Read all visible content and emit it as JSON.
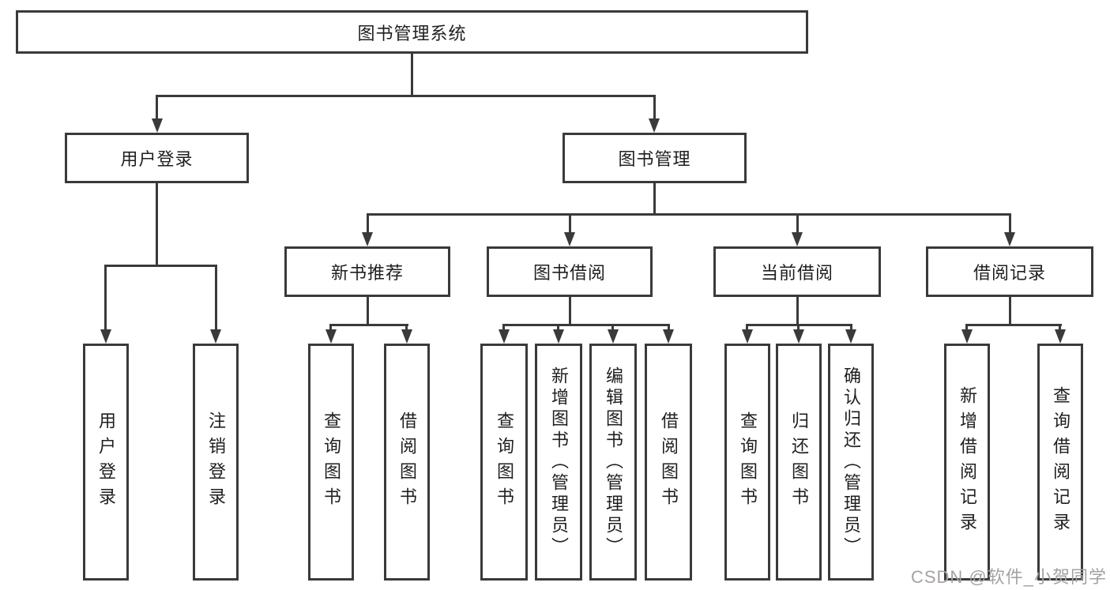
{
  "diagram": {
    "root": "图书管理系统",
    "user_login": {
      "label": "用户登录",
      "children": [
        "用户登录",
        "注销登录"
      ]
    },
    "book_mgmt": {
      "label": "图书管理",
      "sections": [
        {
          "label": "新书推荐",
          "children": [
            "查询图书",
            "借阅图书"
          ]
        },
        {
          "label": "图书借阅",
          "children": [
            "查询图书",
            "新增图书（管理员）",
            "编辑图书（管理员）",
            "借阅图书"
          ]
        },
        {
          "label": "当前借阅",
          "children": [
            "查询图书",
            "归还图书",
            "确认归还（管理员）"
          ]
        },
        {
          "label": "借阅记录",
          "children": [
            "新增借阅记录",
            "查询借阅记录"
          ]
        }
      ]
    }
  },
  "watermark": "CSDN @软件_小贺同学",
  "colors": {
    "line": "#3a3a3a",
    "text": "#1f1f1f",
    "watermark": "#a7a1a1",
    "background": "#ffffff"
  }
}
